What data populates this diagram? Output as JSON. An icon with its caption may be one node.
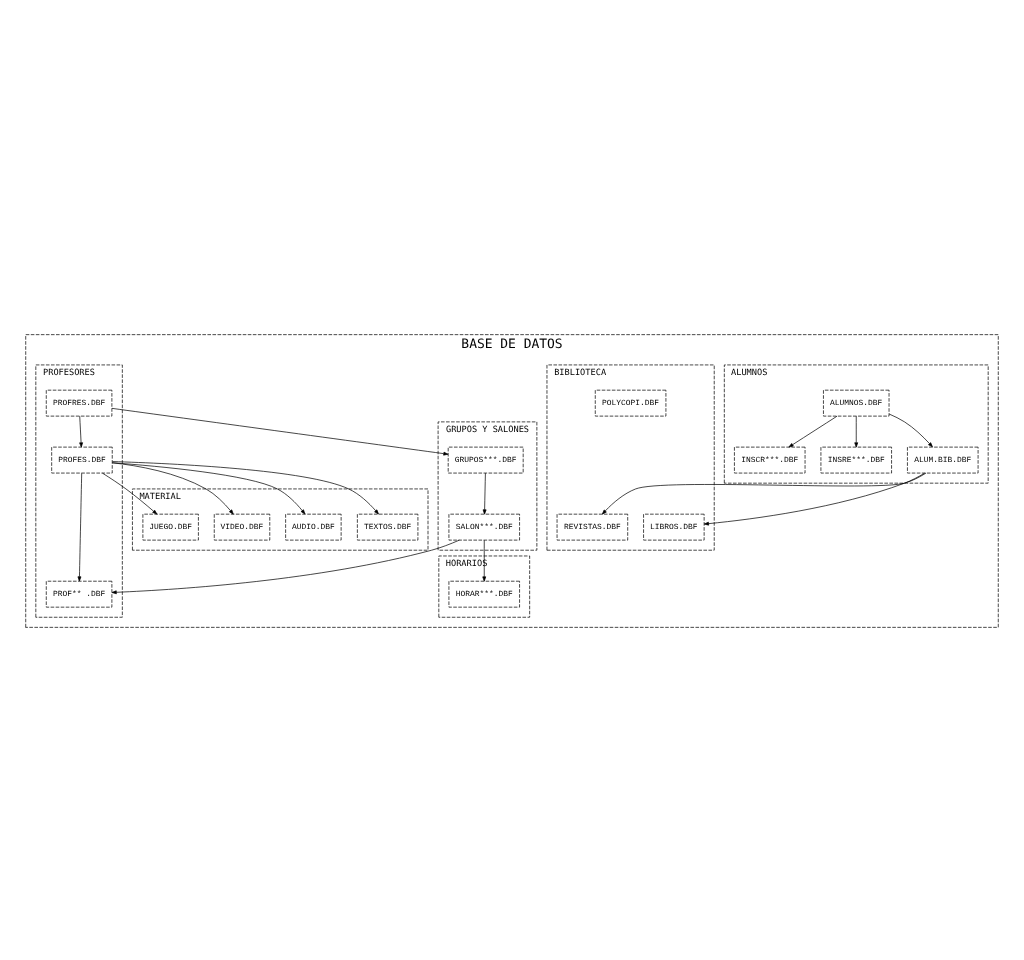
{
  "diagram": {
    "nodes": [
      {
        "text": [
          "BASE DE DATOS"
        ]
      },
      {
        "text": [
          "ALUMNOS"
        ],
        "in": 0
      },
      {
        "text": [
          "ALUMNOS.DBF"
        ],
        "in": 1
      },
      {
        "text": [
          "INSCR***.DBF"
        ],
        "in": 1
      },
      {
        "text": [
          "INSRE***.DBF"
        ],
        "in": 1
      },
      {
        "text": [
          "ALUM.BIB.DBF"
        ],
        "in": 1
      },
      {
        "text": [
          "PROFESORES"
        ],
        "in": 0
      },
      {
        "text": [
          "PROFRES.DBF"
        ],
        "in": 6
      },
      {
        "text": [
          "PROFES.DBF"
        ],
        "in": 6
      },
      {
        "text": [
          "PROF** .DBF"
        ],
        "in": 6
      },
      {
        "text": [
          "GRUPOS Y SALONES"
        ],
        "in": 0
      },
      {
        "text": [
          "GRUPOS***.DBF"
        ],
        "in": 10
      },
      {
        "text": [
          "SALON***.DBF"
        ],
        "in": 10
      },
      {
        "text": [
          "BIBLIOTECA"
        ],
        "in": 0
      },
      {
        "text": [
          "LIBROS.DBF"
        ],
        "in": 13
      },
      {
        "text": [
          "REVISTAS.DBF"
        ],
        "in": 13
      },
      {
        "text": [
          "POLYCOPI.DBF"
        ],
        "in": 13
      },
      {
        "text": [
          "MATERIAL"
        ],
        "in": 0
      },
      {
        "text": [
          "TEXTOS.DBF"
        ],
        "in": 17
      },
      {
        "text": [
          "AUDIO.DBF"
        ],
        "in": 17
      },
      {
        "text": [
          "VIDEO.DBF"
        ],
        "in": 17
      },
      {
        "text": [
          "JUEGO.DBF"
        ],
        "in": 17
      },
      {
        "text": [
          "HORARIOS"
        ],
        "in": 0
      },
      {
        "text": [
          "HORAR***.DBF"
        ],
        "in": 22
      }
    ],
    "edges": [
      {
        "from": 2,
        "to": 3,
        "arrow": "to"
      },
      {
        "from": 2,
        "to": 4,
        "arrow": "to"
      },
      {
        "from": 2,
        "to": 5,
        "arrow": "to"
      },
      {
        "from": 7,
        "to": 8,
        "arrow": "to"
      },
      {
        "from": 7,
        "to": 11,
        "arrow": "to"
      },
      {
        "from": 8,
        "to": 9,
        "arrow": "to"
      },
      {
        "from": 11,
        "to": 12,
        "arrow": "to"
      },
      {
        "from": 12,
        "to": 9,
        "arrow": "to"
      },
      {
        "from": 12,
        "to": 23,
        "arrow": "to"
      },
      {
        "from": 5,
        "to": 14,
        "arrow": "to"
      },
      {
        "from": 5,
        "to": 15,
        "arrow": "to"
      },
      {
        "from": 8,
        "to": 18,
        "arrow": "to"
      },
      {
        "from": 8,
        "to": 19,
        "arrow": "to"
      },
      {
        "from": 8,
        "to": 20,
        "arrow": "to"
      },
      {
        "from": 8,
        "to": 21,
        "arrow": "to"
      }
    ]
  }
}
